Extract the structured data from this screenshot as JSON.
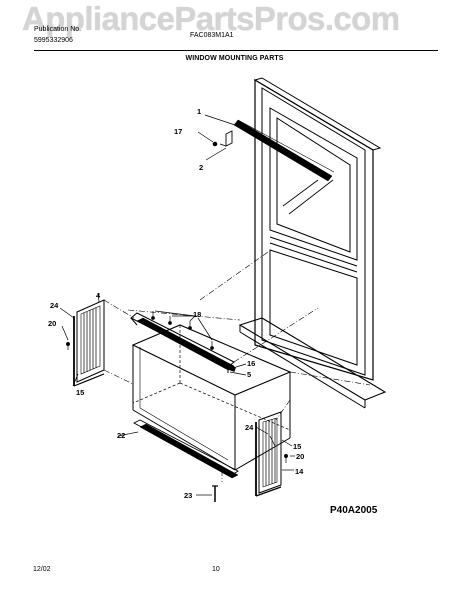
{
  "watermark": "AppliancePartsPros.com",
  "header": {
    "publication_label": "Publication No.",
    "publication_number": "5995332906",
    "model_label": "FAC083M1A1",
    "section_title": "WINDOW MOUNTING PARTS"
  },
  "callouts": {
    "c1": "1",
    "c17": "17",
    "c2": "2",
    "c24a": "24",
    "c4": "4",
    "c20a": "20",
    "c15a": "15",
    "c18": "18",
    "c16": "16",
    "c5": "5",
    "c22": "22",
    "c24b": "24",
    "c15b": "15",
    "c20b": "20",
    "c14": "14",
    "c23": "23"
  },
  "figure_id": "P40A2005",
  "footer": {
    "date": "12/02",
    "page": "10"
  }
}
